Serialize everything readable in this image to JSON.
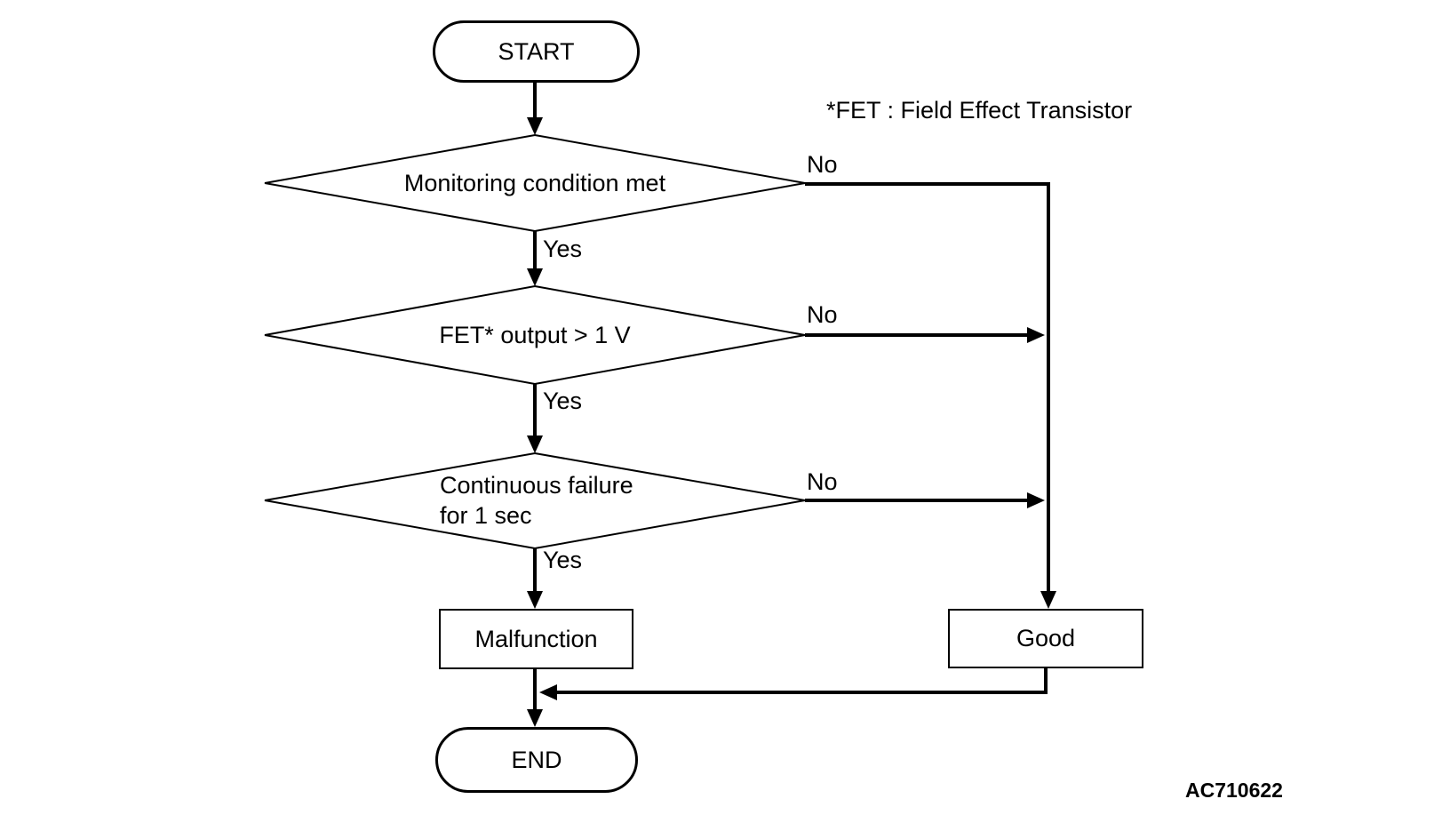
{
  "diagram": {
    "annotation": "*FET : Field Effect Transistor",
    "figure_code": "AC710622",
    "nodes": {
      "start": {
        "label": "START"
      },
      "decision_monitoring": {
        "label": "Monitoring condition met"
      },
      "decision_fet_output": {
        "label": "FET* output > 1 V"
      },
      "decision_continuous_failure": {
        "line1": "Continuous failure",
        "line2": "for 1 sec"
      },
      "malfunction": {
        "label": "Malfunction"
      },
      "good": {
        "label": "Good"
      },
      "end": {
        "label": "END"
      }
    },
    "edge_labels": {
      "yes": "Yes",
      "no": "No"
    },
    "colors": {
      "line": "#000000",
      "background": "#ffffff",
      "text": "#000000"
    }
  }
}
